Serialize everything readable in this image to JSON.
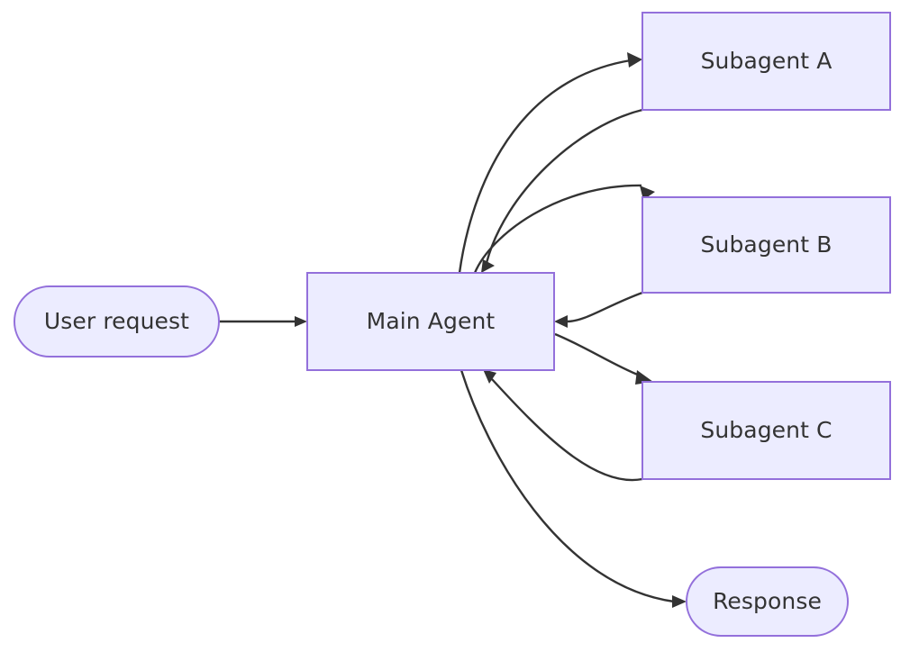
{
  "diagram": {
    "type": "flowchart",
    "title": "",
    "background_color": "#ffffff",
    "node_fill_color": "#ececff",
    "node_stroke_color": "#9370db",
    "edge_color": "#333333",
    "label_color": "#333333",
    "nodes": [
      {
        "id": "user_request",
        "label": "User request",
        "shape": "stadium"
      },
      {
        "id": "main_agent",
        "label": "Main Agent",
        "shape": "rect"
      },
      {
        "id": "subagent_a",
        "label": "Subagent A",
        "shape": "rect"
      },
      {
        "id": "subagent_b",
        "label": "Subagent B",
        "shape": "rect"
      },
      {
        "id": "subagent_c",
        "label": "Subagent C",
        "shape": "rect"
      },
      {
        "id": "response",
        "label": "Response",
        "shape": "stadium"
      }
    ],
    "edges": [
      {
        "from": "user_request",
        "to": "main_agent",
        "label": "",
        "arrow": "single"
      },
      {
        "from": "main_agent",
        "to": "subagent_a",
        "label": "",
        "arrow": "single"
      },
      {
        "from": "subagent_a",
        "to": "main_agent",
        "label": "",
        "arrow": "single"
      },
      {
        "from": "main_agent",
        "to": "subagent_b",
        "label": "",
        "arrow": "single"
      },
      {
        "from": "subagent_b",
        "to": "main_agent",
        "label": "",
        "arrow": "single"
      },
      {
        "from": "main_agent",
        "to": "subagent_c",
        "label": "",
        "arrow": "single"
      },
      {
        "from": "subagent_c",
        "to": "main_agent",
        "label": "",
        "arrow": "single"
      },
      {
        "from": "main_agent",
        "to": "response",
        "label": "",
        "arrow": "single"
      }
    ]
  }
}
